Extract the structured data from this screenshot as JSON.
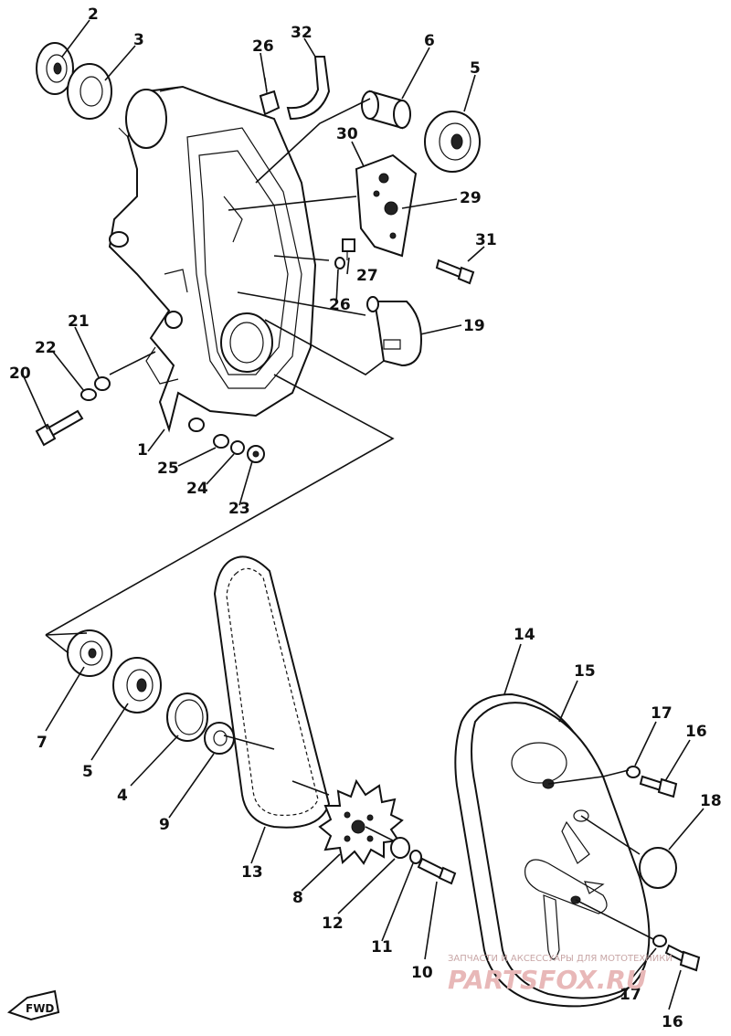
{
  "labels": {
    "l1": "1",
    "l2": "2",
    "l3": "3",
    "l4": "4",
    "l5a": "5",
    "l5b": "5",
    "l6": "6",
    "l7": "7",
    "l8": "8",
    "l9": "9",
    "l10": "10",
    "l11": "11",
    "l12": "12",
    "l13": "13",
    "l14": "14",
    "l15": "15",
    "l16a": "16",
    "l16b": "16",
    "l17a": "17",
    "l17b": "17",
    "l18": "18",
    "l19": "19",
    "l20": "20",
    "l21": "21",
    "l22": "22",
    "l23": "23",
    "l24": "24",
    "l25": "25",
    "l26a": "26",
    "l26b": "26",
    "l27": "27",
    "l29": "29",
    "l30": "30",
    "l31": "31",
    "l32": "32"
  },
  "fwd_label": "FWD",
  "watermark": {
    "caption": "ЗАПЧАСТИ И АКСЕССУАРЫ ДЛЯ МОТОТЕХНИКИ",
    "brand": "PARTSFOX.RU"
  }
}
